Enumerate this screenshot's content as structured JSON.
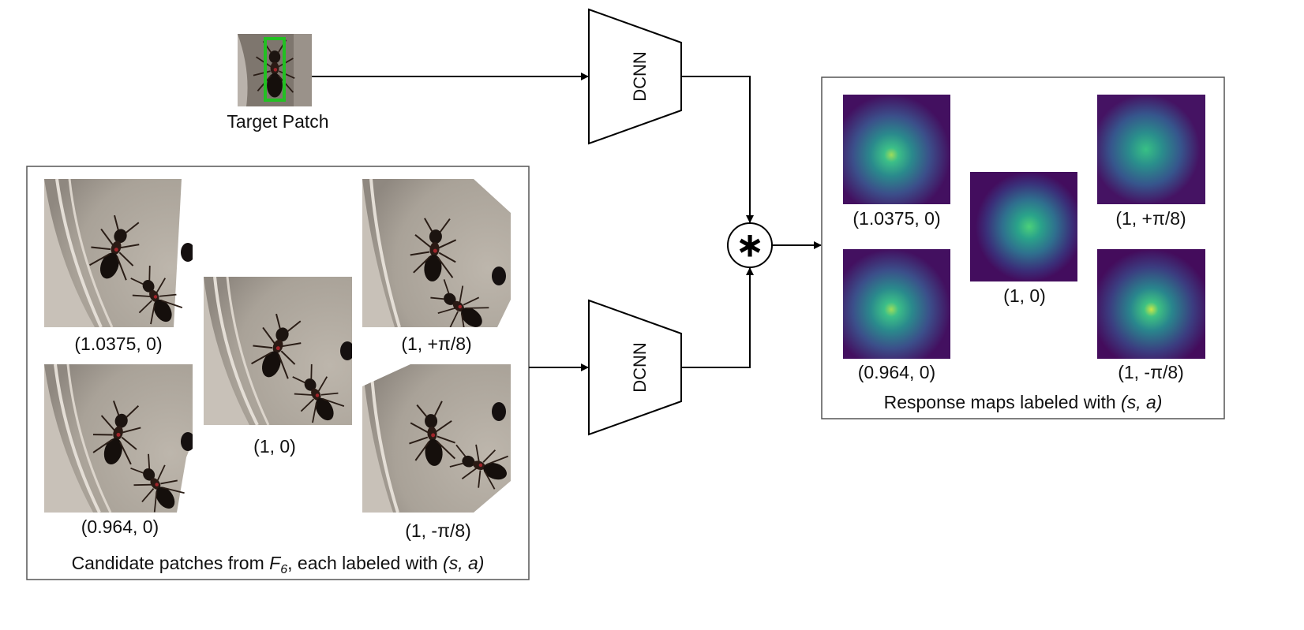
{
  "target": {
    "label": "Target Patch"
  },
  "networks": {
    "top_label": "DCNN",
    "bottom_label": "DCNN"
  },
  "operator": {
    "symbol": "∗"
  },
  "candidates": {
    "caption_prefix": "Candidate patches from ",
    "caption_var": "F",
    "caption_sub": "6",
    "caption_mid": ", each labeled with ",
    "caption_vars": "(s, a)",
    "labels": {
      "top_left": "(1.0375, 0)",
      "bottom_left": "(0.964, 0)",
      "center": "(1, 0)",
      "top_right": "(1, +π/8)",
      "bottom_right": "(1, -π/8)"
    }
  },
  "responses": {
    "caption_prefix": "Response maps labeled with ",
    "caption_vars": "(s, a)",
    "labels": {
      "top_left": "(1.0375, 0)",
      "bottom_left": "(0.964, 0)",
      "center": "(1, 0)",
      "top_right": "(1, +π/8)",
      "bottom_right": "(1, -π/8)"
    }
  },
  "colors": {
    "line": "#000000",
    "box_border": "#555555",
    "target_highlight": "#22c022",
    "photo_bg": "#b4aca4",
    "heat_dark": "#3e0a5f",
    "heat_mid": "#2a7d8e",
    "heat_peak": "#c9e34a"
  }
}
